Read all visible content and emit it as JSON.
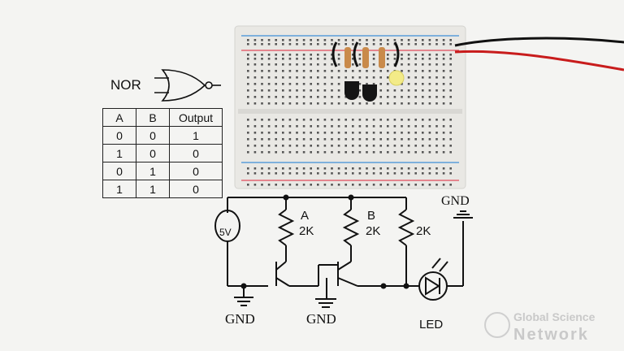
{
  "gate": {
    "name": "NOR"
  },
  "truth_table": {
    "headers": [
      "A",
      "B",
      "Output"
    ],
    "rows": [
      [
        "0",
        "0",
        "1"
      ],
      [
        "1",
        "0",
        "0"
      ],
      [
        "0",
        "1",
        "0"
      ],
      [
        "1",
        "1",
        "0"
      ]
    ]
  },
  "circuit": {
    "supply_label": "5V",
    "resistor_a": {
      "name": "A",
      "value": "2K"
    },
    "resistor_b": {
      "name": "B",
      "value": "2K"
    },
    "resistor_out": {
      "value": "2K"
    },
    "gnd_label": "GND",
    "led_label": "LED"
  },
  "watermark": {
    "line1": "Global Science",
    "line2": "Network"
  },
  "colors": {
    "breadboard": "#ecebe7",
    "rail_red": "#e24a5a",
    "rail_blue": "#3f8fd8",
    "led": "#f3eb88",
    "wire_black": "#111111",
    "wire_red": "#c81c1c"
  }
}
